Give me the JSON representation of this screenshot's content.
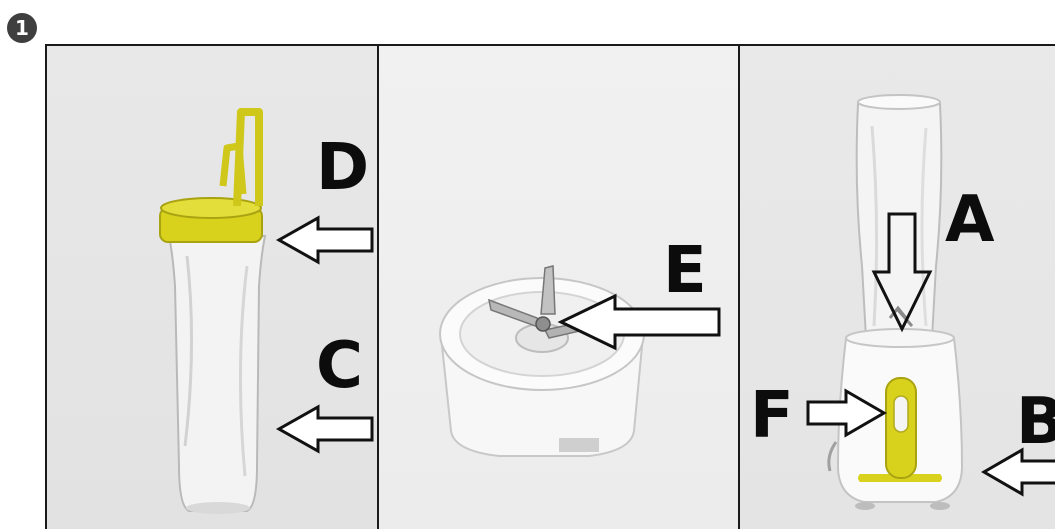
{
  "step": {
    "number": "1"
  },
  "labels": {
    "A": "A",
    "B": "B",
    "C": "C",
    "D": "D",
    "E": "E",
    "F": "F"
  },
  "colors": {
    "accent_yellow": "#d9d21c",
    "border": "#1a1a1a",
    "label_text": "#0c0c0c"
  }
}
